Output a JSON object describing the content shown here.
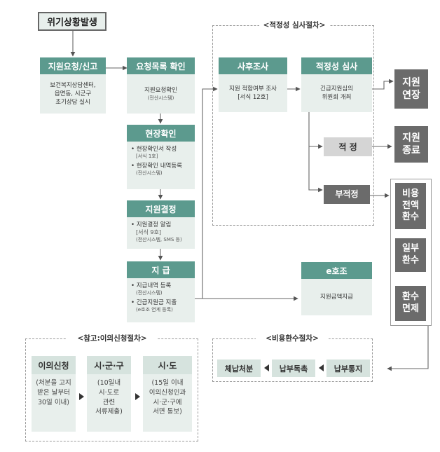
{
  "start": "위기상황발생",
  "report": {
    "title": "지원요청/신고",
    "lines": [
      "보건복지상담센터,",
      "읍면동, 시군구",
      "초기상담 실시"
    ]
  },
  "check": {
    "title": "요청목록 확인",
    "line1": "지원요청확인",
    "line2": "(전산시스템)"
  },
  "site": {
    "title": "현장확인",
    "items": [
      {
        "text": "• 현장확인서 작성",
        "sub": "[서식 1호]"
      },
      {
        "text": "• 현장확인 내역등록",
        "sub": "(전산시스템)"
      }
    ]
  },
  "decision": {
    "title": "지원결정",
    "item": "• 지원결정 알림",
    "sub1": "[서식 9호]",
    "sub2": "(전산시스템, SMS 등)"
  },
  "pay": {
    "title": "지 급",
    "items": [
      {
        "text": "• 지급내역 등록",
        "sub": "(전산시스템)"
      },
      {
        "text": "• 긴급지원금 지출",
        "sub": "(e호조 연계 등록)"
      }
    ]
  },
  "review": {
    "caption": "<적정성 심사절차>",
    "post": {
      "title": "사후조사",
      "line1": "지원 적합여부 조사",
      "line2": "[서식 12호]"
    },
    "committee": {
      "title": "적정성 심사",
      "line1": "긴급지원심의",
      "line2": "위원회 개최"
    },
    "adequate": "적 정",
    "inadequate": "부적정"
  },
  "outcomes": {
    "extend": [
      "지원",
      "연장"
    ],
    "end": [
      "지원",
      "종료"
    ],
    "full": [
      "비용",
      "전액",
      "환수"
    ],
    "partial": [
      "일부",
      "환수"
    ],
    "exempt": [
      "환수",
      "면제"
    ]
  },
  "ehojo": {
    "title": "e호조",
    "line": "지원금액지급"
  },
  "appeal": {
    "caption": "<참고:이의신청절차>",
    "steps": [
      {
        "title": "이의신청",
        "lines": [
          "(처분을 고지",
          "받은 날부터",
          "30일 이내)"
        ]
      },
      {
        "title": "시·군·구",
        "lines": [
          "(10일내",
          "시·도로",
          "관련",
          "서류제출)"
        ]
      },
      {
        "title": "시·도",
        "lines": [
          "(15일 이내",
          "이의신청인과",
          "시·군·구에",
          "서면 통보)"
        ]
      }
    ]
  },
  "refund": {
    "caption": "<비용환수절차>",
    "steps": [
      "체납처분",
      "납부독촉",
      "납부통지"
    ]
  }
}
